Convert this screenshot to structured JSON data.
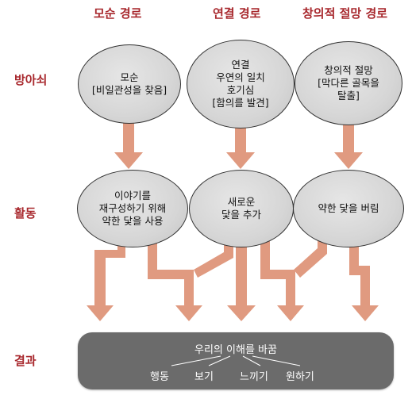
{
  "columns": {
    "contradiction": "모순 경로",
    "connection": "연결 경로",
    "creative": "창의적 절망 경로"
  },
  "rows": {
    "trigger": "방아쇠",
    "activity": "활동",
    "result": "결과"
  },
  "triggers": {
    "contradiction": "모순\n[비일관성을 찾음]",
    "connection": "연결\n우연의 일치\n호기심\n[함의를 발견]",
    "creative": "창의적 절망\n[막다른 골목을\n탈출]"
  },
  "activities": {
    "contradiction": "이야기를\n재구성하기 위해\n약한 닻을 사용",
    "connection": "새로운\n닻을 추가",
    "creative": "약한 닻을 버림"
  },
  "result": {
    "main": "우리의 이해를 바꿈",
    "items": [
      "행동",
      "보기",
      "느끼기",
      "원하기"
    ]
  },
  "colors": {
    "accent_text": "#a8282d",
    "arrow": "#e09a80",
    "ellipse_fill": "#d6d6d6",
    "result_box": "#6b6b6b"
  }
}
